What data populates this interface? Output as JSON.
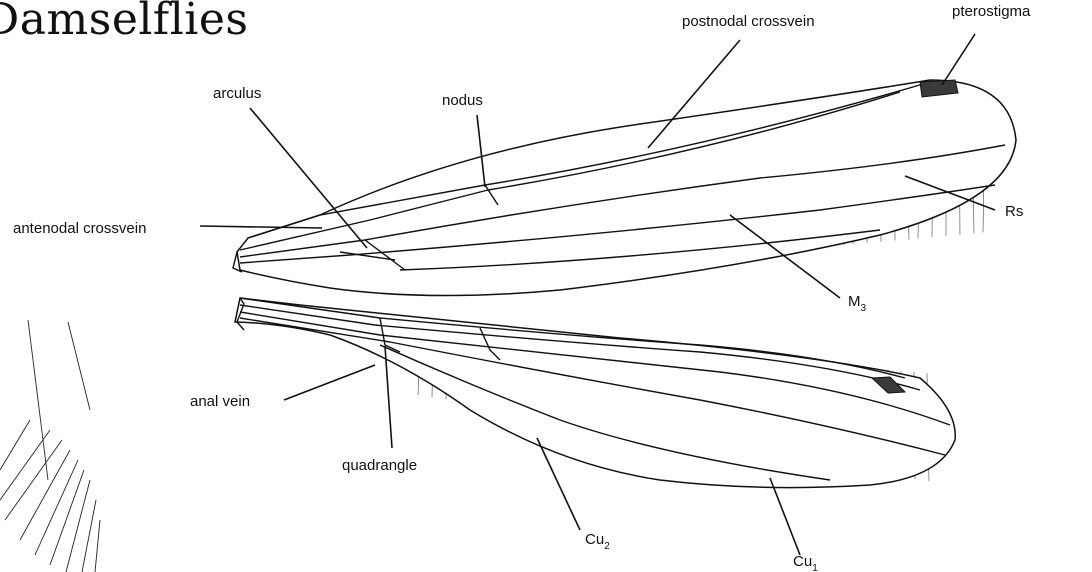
{
  "title": "Damselflies",
  "labels": {
    "postnodal_crossvein": "postnodal crossvein",
    "pterostigma": "pterostigma",
    "arculus": "arculus",
    "nodus": "nodus",
    "antenodal_crossvein": "antenodal crossvein",
    "rs": "Rs",
    "m3_base": "M",
    "m3_sub": "3",
    "anal_vein": "anal vein",
    "quadrangle": "quadrangle",
    "cu2_base": "Cu",
    "cu2_sub": "2",
    "cu1_base": "Cu",
    "cu1_sub": "1"
  },
  "colors": {
    "ink": "#111111",
    "background": "#ffffff",
    "pterostigma_fill": "#3a3a3a"
  }
}
